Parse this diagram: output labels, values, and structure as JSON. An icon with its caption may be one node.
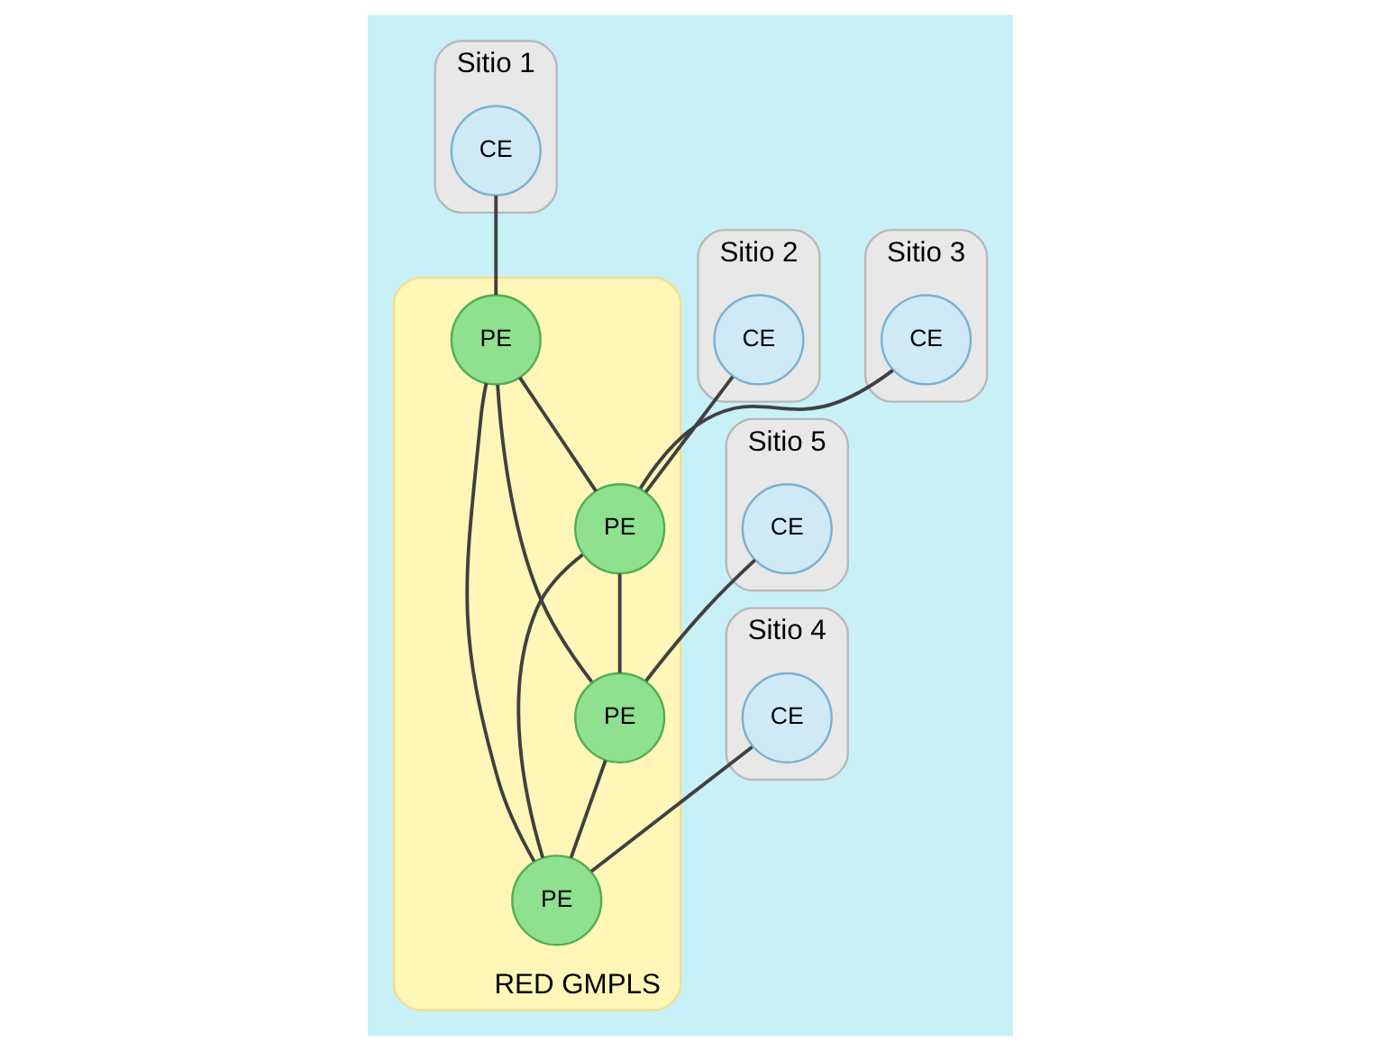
{
  "diagram": {
    "nodes": [
      {
        "text": [
          "Sitio 1"
        ]
      },
      {
        "text": [
          "CE"
        ],
        "in": 0
      },
      {
        "text": [
          "Sitio 2"
        ]
      },
      {
        "text": [
          "CE"
        ],
        "in": 2
      },
      {
        "text": [
          "Sitio 3"
        ]
      },
      {
        "text": [
          "CE"
        ],
        "in": 4
      },
      {
        "text": [
          "RED GMPLS"
        ]
      },
      {
        "text": [
          "PE"
        ],
        "in": 6
      },
      {
        "text": [
          "PE"
        ],
        "in": 6
      },
      {
        "text": [
          "PE"
        ],
        "in": 6
      },
      {
        "text": [
          "PE"
        ],
        "in": 6
      },
      {
        "text": [
          "Sitio 4"
        ]
      },
      {
        "text": [
          "CE"
        ],
        "in": 11
      },
      {
        "text": [
          "Sitio 5"
        ]
      },
      {
        "text": [
          "CE"
        ],
        "in": 13
      }
    ],
    "edges": [
      {
        "from": 1,
        "to": 7,
        "arrow": "none"
      },
      {
        "from": 3,
        "to": 8,
        "arrow": "none"
      },
      {
        "from": 5,
        "to": 8,
        "arrow": "none"
      },
      {
        "from": 7,
        "to": 8,
        "arrow": "none"
      },
      {
        "from": 7,
        "to": 9,
        "arrow": "none"
      },
      {
        "from": 7,
        "to": 10,
        "arrow": "none"
      },
      {
        "from": 8,
        "to": 10,
        "arrow": "none"
      },
      {
        "from": 8,
        "to": 9,
        "arrow": "none"
      },
      {
        "from": 10,
        "to": 9,
        "arrow": "none"
      },
      {
        "from": 12,
        "to": 9,
        "arrow": "none"
      },
      {
        "from": 14,
        "to": 10,
        "arrow": "none"
      }
    ]
  }
}
